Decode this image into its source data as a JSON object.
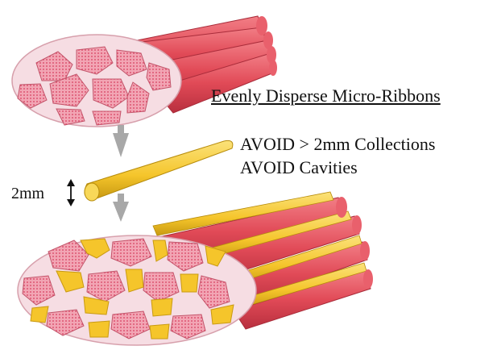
{
  "diagram": {
    "heading": "Evenly Disperse Micro-Ribbons",
    "notes": [
      "AVOID > 2mm Collections",
      "AVOID Cavities"
    ],
    "dimension_label": "2mm",
    "colors": {
      "muscle": "#e14a57",
      "muscle_light": "#f27e86",
      "muscle_dark": "#b82f3e",
      "fascicle_fill": "#f2a5b4",
      "fascicle_dots": "#d63e5f",
      "connective": "#f6dde3",
      "graft": "#f5c52b",
      "graft_dark": "#c99a12",
      "arrow": "#a8a8a8"
    }
  }
}
